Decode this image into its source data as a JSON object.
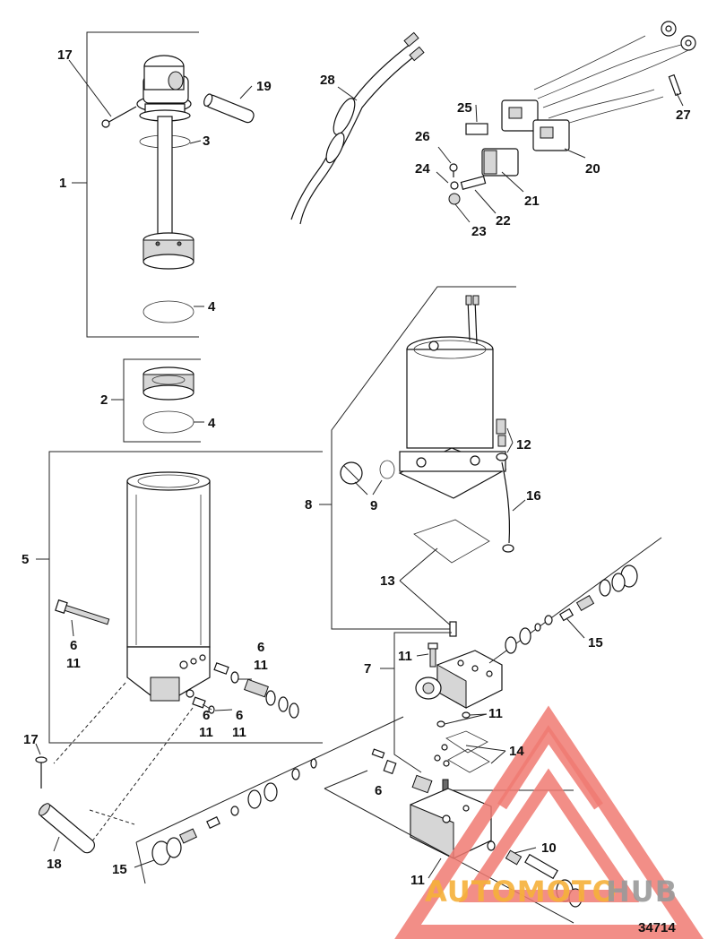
{
  "diagram_id": "34714",
  "callouts": {
    "c1": "1",
    "c2": "2",
    "c3": "3",
    "c4a": "4",
    "c4b": "4",
    "c5": "5",
    "c6a": "6",
    "c11a": "11",
    "c6b": "6",
    "c11b": "11",
    "c6c": "6",
    "c11c": "11",
    "c6d": "6",
    "c11d": "11",
    "c6e": "6",
    "c7": "7",
    "c8": "8",
    "c9": "9",
    "c10": "10",
    "c11e": "11",
    "c11f": "11",
    "c11g": "11",
    "c12": "12",
    "c13": "13",
    "c14": "14",
    "c15a": "15",
    "c15b": "15",
    "c16": "16",
    "c17a": "17",
    "c17b": "17",
    "c18": "18",
    "c19": "19",
    "c20": "20",
    "c21": "21",
    "c22": "22",
    "c23": "23",
    "c24": "24",
    "c25": "25",
    "c26": "26",
    "c27": "27",
    "c28": "28"
  },
  "watermark": {
    "text_a": "AUTOMOTO",
    "text_b": "HUB",
    "color_main": "#f07a72",
    "color_text_a": "#f6b13a",
    "color_text_b": "#9a9a9a"
  }
}
